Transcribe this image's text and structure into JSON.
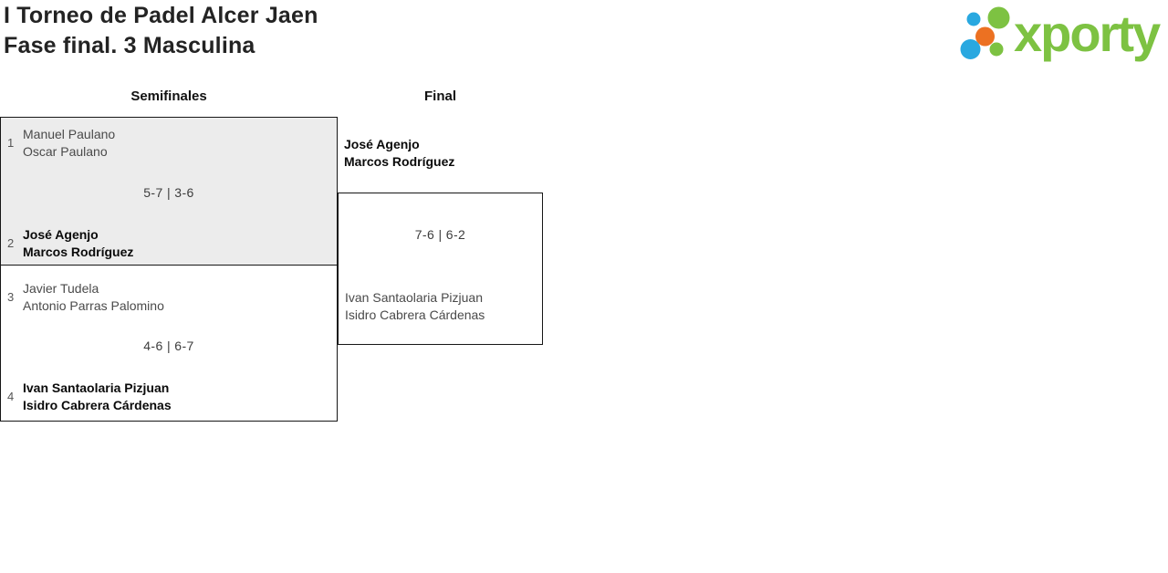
{
  "header": {
    "title_line1": "I Torneo de Padel Alcer Jaen",
    "title_line2": "Fase final. 3 Masculina"
  },
  "logo": {
    "wordmark": "xporty",
    "colors": {
      "green": "#7DC242",
      "blue": "#29A8E0",
      "orange": "#EC7122"
    }
  },
  "bracket": {
    "rounds": {
      "semifinals_label": "Semifinales",
      "final_label": "Final"
    },
    "semifinal1": {
      "seed_top": "1",
      "team_top_player1": "Manuel Paulano",
      "team_top_player2": "Oscar Paulano",
      "score": "5-7 | 3-6",
      "seed_bottom": "2",
      "team_bottom_player1": "José Agenjo",
      "team_bottom_player2": "Marcos Rodríguez"
    },
    "semifinal2": {
      "seed_top": "3",
      "team_top_player1": "Javier Tudela",
      "team_top_player2": "Antonio Parras Palomino",
      "score": "4-6 | 6-7",
      "seed_bottom": "4",
      "team_bottom_player1": "Ivan Santaolaria Pizjuan",
      "team_bottom_player2": "Isidro Cabrera Cárdenas"
    },
    "final": {
      "team_top_player1": "José Agenjo",
      "team_top_player2": "Marcos Rodríguez",
      "score": "7-6 | 6-2",
      "team_bottom_player1": "Ivan Santaolaria Pizjuan",
      "team_bottom_player2": "Isidro Cabrera Cárdenas"
    }
  }
}
